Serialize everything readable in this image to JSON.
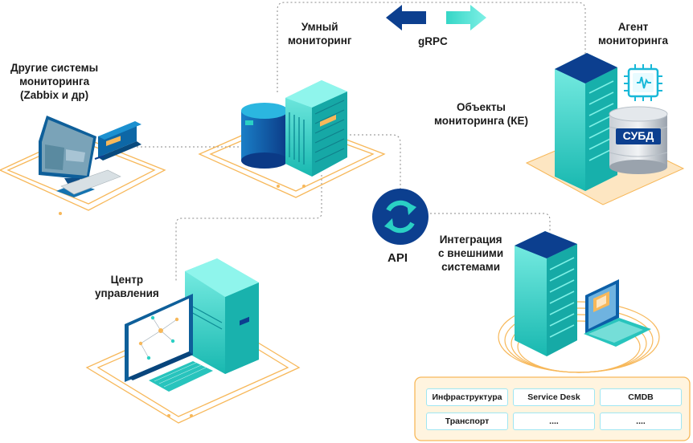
{
  "labels": {
    "smart_monitoring": "Умный\nмониторинг",
    "grpc": "gRPC",
    "agent": "Агент\nмониторинга",
    "other_systems": "Другие системы\nмониторинга\n(Zabbix и др)",
    "objects": "Объекты\nмониторинга (КЕ)",
    "dbms": "СУБД",
    "api": "API",
    "integration": "Интеграция\nс внешними\nсистемами",
    "control_center": "Центр\nуправления"
  },
  "integration_table": [
    "Инфраструктура",
    "Service Desk",
    "CMDB",
    "Транспорт",
    "....",
    "...."
  ],
  "colors": {
    "teal": "#2ad0c4",
    "teal_light": "#7ff0e6",
    "navy": "#0c3f8f",
    "blue": "#1a6fc2",
    "orange": "#f7b85a",
    "orange_light": "#fde6c2",
    "gray_dot": "#8a8a8a"
  },
  "icons": [
    "api-sync-icon",
    "chip-icon",
    "arrow-left-icon",
    "arrow-right-icon"
  ]
}
